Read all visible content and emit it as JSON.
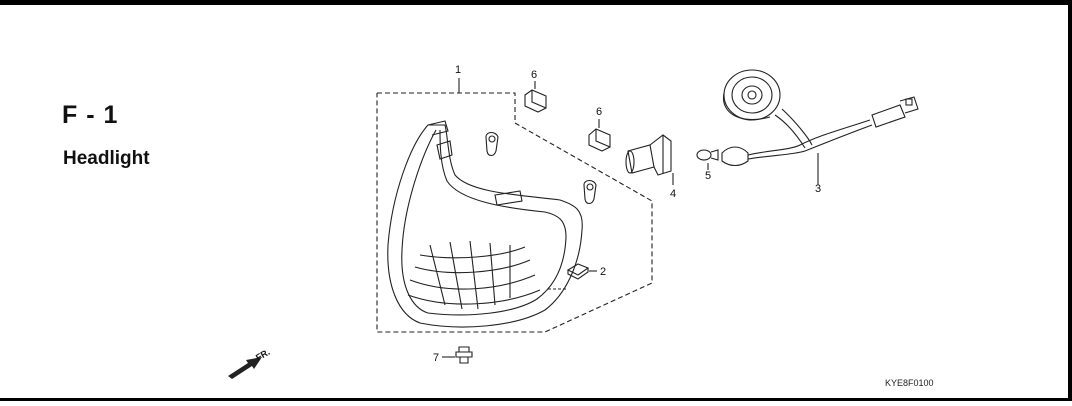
{
  "section": {
    "code": "F - 1",
    "title": "Headlight"
  },
  "drawing_code": "KYE8F0100",
  "front_marker": "FR.",
  "callouts": [
    "1",
    "2",
    "3",
    "4",
    "5",
    "6",
    "6",
    "7"
  ]
}
